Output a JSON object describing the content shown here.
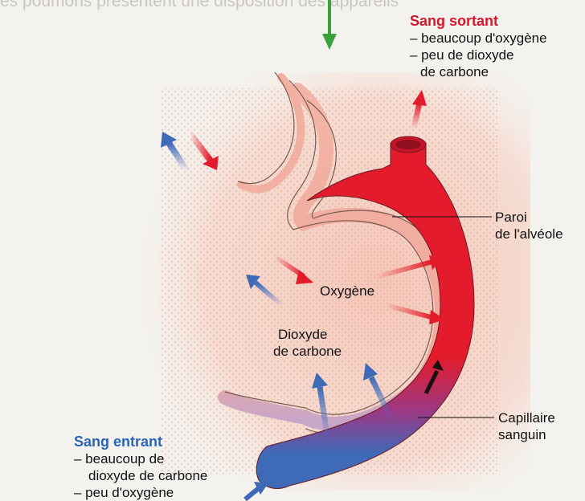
{
  "background_caption": "es poumons présentent une disposition des appareils",
  "outgoing": {
    "title": "Sang sortant",
    "lines": [
      "– beaucoup d'oxygène",
      "– peu de dioxyde",
      "de carbone"
    ]
  },
  "incoming": {
    "title": "Sang entrant",
    "lines": [
      "– beaucoup de",
      "dioxyde de carbone",
      "– peu d'oxygène"
    ]
  },
  "labels": {
    "wall": [
      "Paroi",
      "de l'alvéole"
    ],
    "capillary": [
      "Capillaire",
      "sanguin"
    ],
    "oxygen": "Oxygène",
    "co2": [
      "Dioxyde",
      "de carbone"
    ]
  },
  "colors": {
    "oxygen_rich": "#e31b2c",
    "co2_rich": "#3e6ab8",
    "alveolus_fill": "#f4c9b6",
    "wall": "#f0a89a",
    "label_red": "#d3182c",
    "label_blue": "#2a64b4",
    "airflow_arrow": "#3aa23a"
  }
}
